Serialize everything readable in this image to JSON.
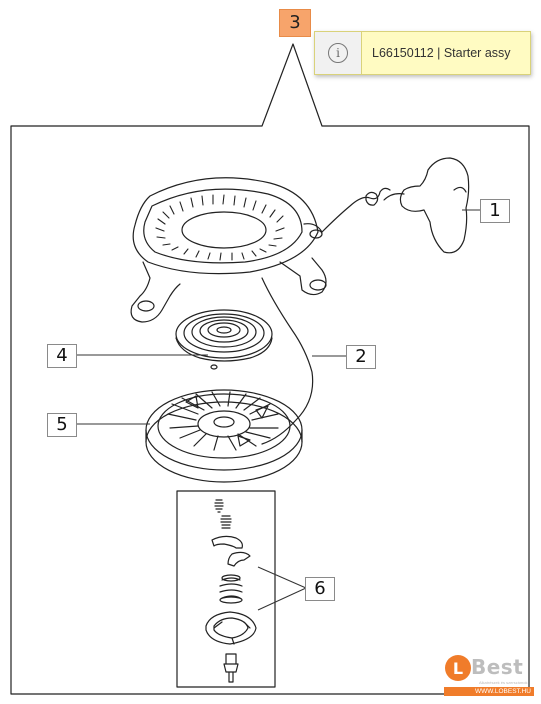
{
  "assembly": {
    "number": "3"
  },
  "tooltip": {
    "text": "L66150112 | Starter assy",
    "icon": "info-icon"
  },
  "callouts": [
    {
      "id": "1",
      "label": "1"
    },
    {
      "id": "2",
      "label": "2"
    },
    {
      "id": "4",
      "label": "4"
    },
    {
      "id": "5",
      "label": "5"
    },
    {
      "id": "6",
      "label": "6"
    }
  ],
  "logo": {
    "word": "Best",
    "sub": "Alkatrészek és szerszámok",
    "url": "WWW.LOBEST.HU"
  },
  "colors": {
    "badge": "#f7a46b",
    "tooltip_bg": "#fffbc2",
    "logo_orange": "#f07c2a",
    "line": "#222222"
  }
}
